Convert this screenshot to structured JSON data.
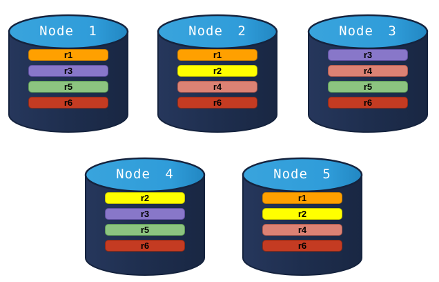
{
  "diagram": {
    "background": "#FFFFFF",
    "colors": {
      "cylinder_body": "#1E2E4E",
      "cylinder_edge": "#15233E",
      "cylinder_top": "#2F9CD9",
      "node_label_text": "#FFFFFF",
      "bar_label_text": "#000000"
    },
    "replicas": {
      "r1": {
        "fill": "#FFA000",
        "border": "#C67C02"
      },
      "r2": {
        "fill": "#FFFF00",
        "border": "#C2C202"
      },
      "r3": {
        "fill": "#8877C9",
        "border": "#5F4FA0"
      },
      "r4": {
        "fill": "#DC8274",
        "border": "#B05A4E"
      },
      "r5": {
        "fill": "#8CC480",
        "border": "#5E9B55"
      },
      "r6": {
        "fill": "#C43B22",
        "border": "#8E2A16"
      }
    },
    "nodes": [
      {
        "label": "Node 1",
        "replicas": [
          "r1",
          "r3",
          "r5",
          "r6"
        ]
      },
      {
        "label": "Node 2",
        "replicas": [
          "r1",
          "r2",
          "r4",
          "r6"
        ]
      },
      {
        "label": "Node 3",
        "replicas": [
          "r3",
          "r4",
          "r5",
          "r6"
        ]
      },
      {
        "label": "Node 4",
        "replicas": [
          "r2",
          "r3",
          "r5",
          "r6"
        ]
      },
      {
        "label": "Node 5",
        "replicas": [
          "r1",
          "r2",
          "r4",
          "r6"
        ]
      }
    ]
  }
}
